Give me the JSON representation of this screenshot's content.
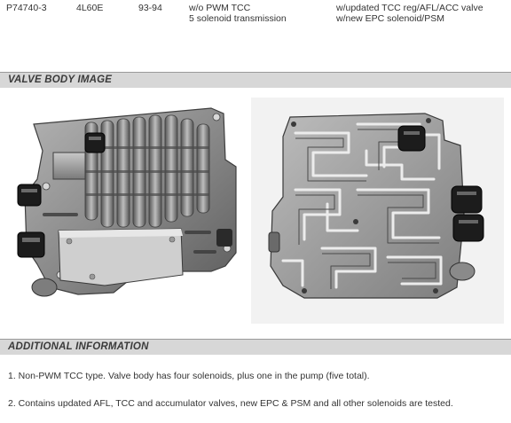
{
  "spec": {
    "part_number": "P74740-3",
    "transmission": "4L60E",
    "years": "93-94",
    "desc_col1": [
      "w/o PWM TCC",
      "5 solenoid transmission"
    ],
    "desc_col2": [
      "w/updated TCC reg/AFL/ACC valve",
      "w/new EPC solenoid/PSM"
    ]
  },
  "sections": {
    "valve_body_title": "VALVE BODY IMAGE",
    "additional_info_title": "ADDITIONAL INFORMATION"
  },
  "images": {
    "left_alt": "valve body front view",
    "right_alt": "valve body rear view"
  },
  "additional_info": [
    "1. Non-PWM TCC type. Valve body has four solenoids, plus one in the pump (five total).",
    "2. Contains updated AFL, TCC and accumulator valves, new EPC & PSM and all other solenoids are tested."
  ],
  "colors": {
    "header_bg": "#d7d7d7",
    "metal_light": "#9a9a9a",
    "metal_dark": "#4a4a4a",
    "solenoid": "#1c1c1c"
  }
}
